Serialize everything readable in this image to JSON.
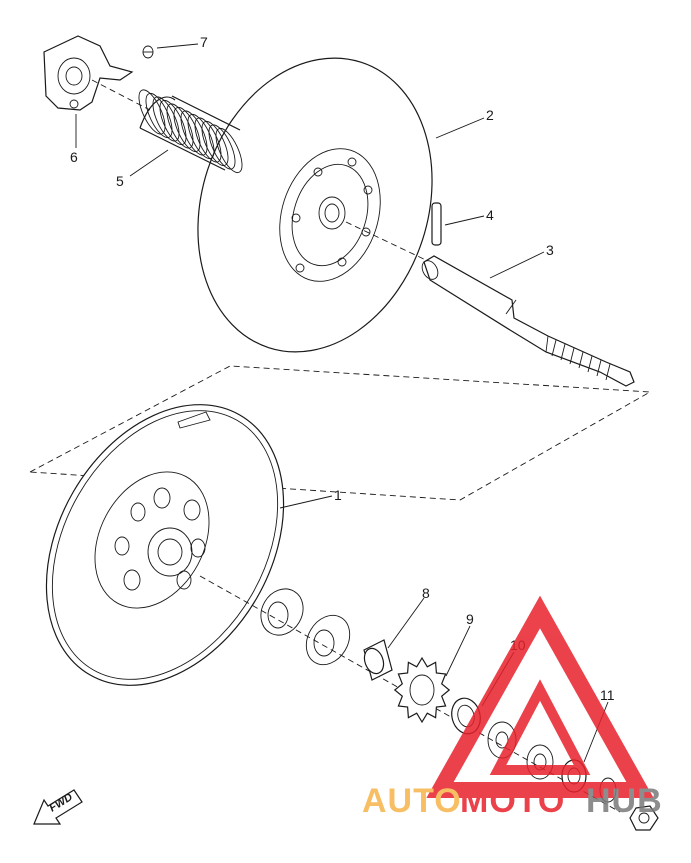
{
  "callouts": [
    "1",
    "2",
    "3",
    "4",
    "5",
    "6",
    "7",
    "8",
    "9",
    "10",
    "11"
  ],
  "fwd_label": "FWD",
  "watermark": {
    "part1": "AUTO",
    "part2": "MOTO",
    "part3": "HUB",
    "color_orange": "#f6b34a",
    "color_red": "#e8212b",
    "color_grey": "#7a7a7a"
  }
}
